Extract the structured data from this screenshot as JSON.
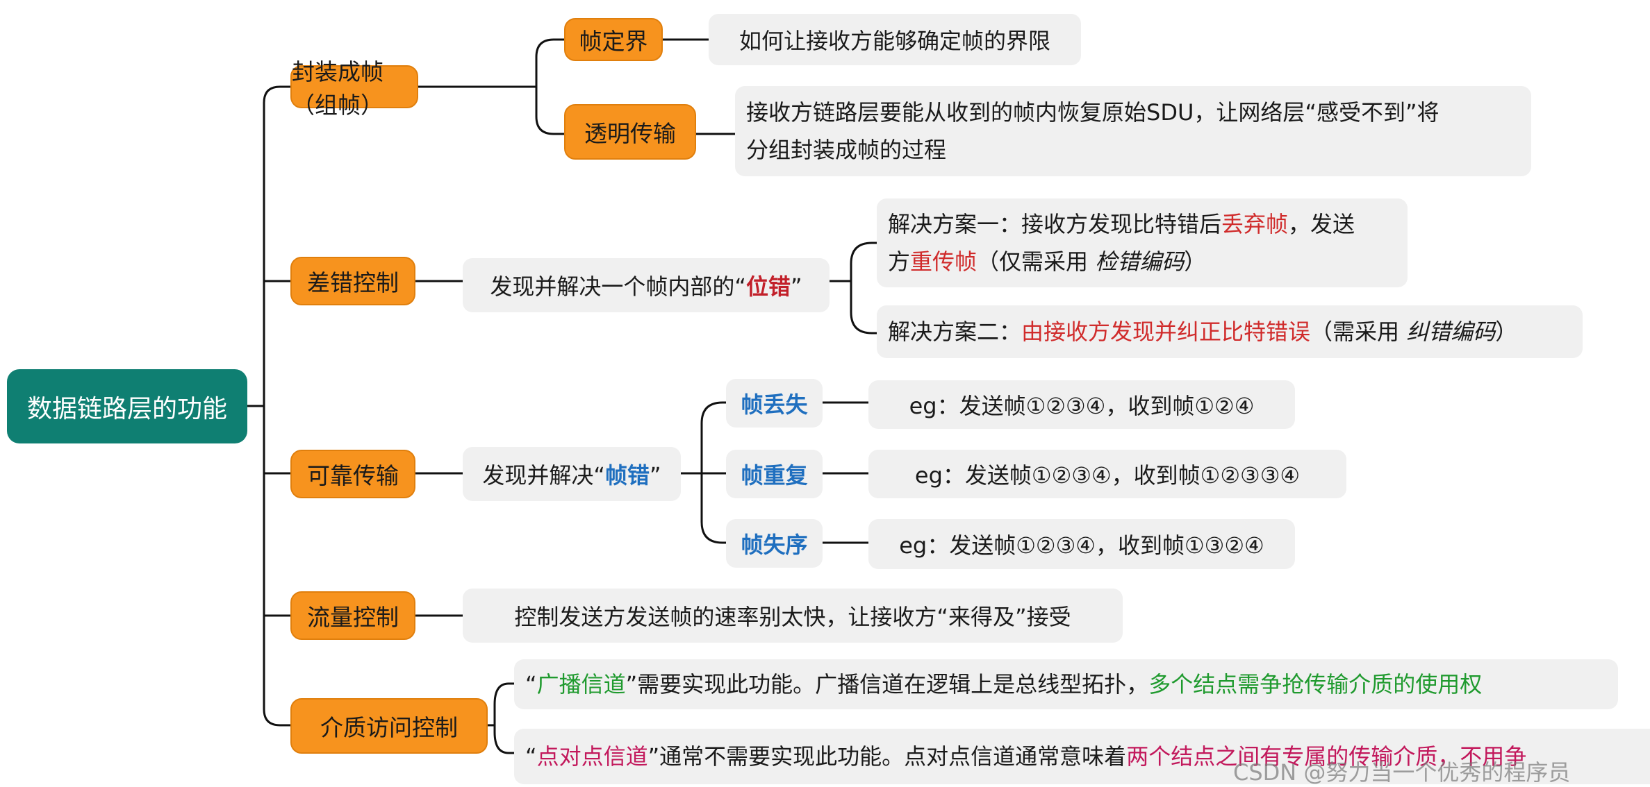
{
  "root": {
    "label": "数据链路层的功能"
  },
  "sections": {
    "framing": {
      "label": "封装成帧（组帧）",
      "delimit": {
        "label": "帧定界",
        "desc": "如何让接收方能够确定帧的界限"
      },
      "transparent": {
        "label": "透明传输",
        "desc_line1": "接收方链路层要能从收到的帧内恢复原始SDU，让网络层“感受不到”将",
        "desc_line2": "分组封装成帧的过程"
      }
    },
    "error_control": {
      "label": "差错控制",
      "desc_prefix": "发现并解决一个帧内部的“",
      "desc_highlight": "位错",
      "desc_suffix": "”",
      "solution1": {
        "part1": "解决方案一：接收方发现比特错后",
        "part1_red": "丢弃帧",
        "part1_end": "，发送",
        "part2": "方",
        "part2_red": "重传帧",
        "part2_mid": "（仅需采用 ",
        "part2_italic": "检错编码",
        "part2_end": "）"
      },
      "solution2": {
        "prefix": "解决方案二：",
        "red": "由接收方发现并纠正比特错误",
        "mid": "（需采用 ",
        "italic": "纠错编码",
        "end": "）"
      }
    },
    "reliable": {
      "label": "可靠传输",
      "desc_prefix": "发现并解决“",
      "desc_highlight": "帧错",
      "desc_suffix": "”",
      "loss": {
        "label": "帧丢失",
        "example": "eg：发送帧①②③④，收到帧①②④"
      },
      "duplicate": {
        "label": "帧重复",
        "example": "eg：发送帧①②③④，收到帧①②③③④"
      },
      "disorder": {
        "label": "帧失序",
        "example": "eg：发送帧①②③④，收到帧①③②④"
      }
    },
    "flow": {
      "label": "流量控制",
      "desc": "控制发送方发送帧的速率别太快，让接收方“来得及”接受"
    },
    "mac": {
      "label": "介质访问控制",
      "broadcast": {
        "open_quote": "“",
        "highlight": "广播信道",
        "mid": "”需要实现此功能。广播信道在逻辑上是总线型拓扑，",
        "green": "多个结点需争抢传输介质的使用权"
      },
      "p2p": {
        "open_quote": "“",
        "highlight": "点对点信道",
        "mid": "”通常不需要实现此功能。点对点信道通常意味着",
        "pink": "两个结点之间有专属的传输介质，不用争"
      }
    }
  },
  "watermark": "CSDN @努力当一个优秀的程序员",
  "colors": {
    "root_bg": "#0f7f72",
    "orange": "#f7931e",
    "box_bg": "#f0f0f0",
    "line": "#111111",
    "blue": "#1f6fbf",
    "red": "#d02b2b",
    "green": "#1f9a2e",
    "pink": "#c2185b"
  }
}
